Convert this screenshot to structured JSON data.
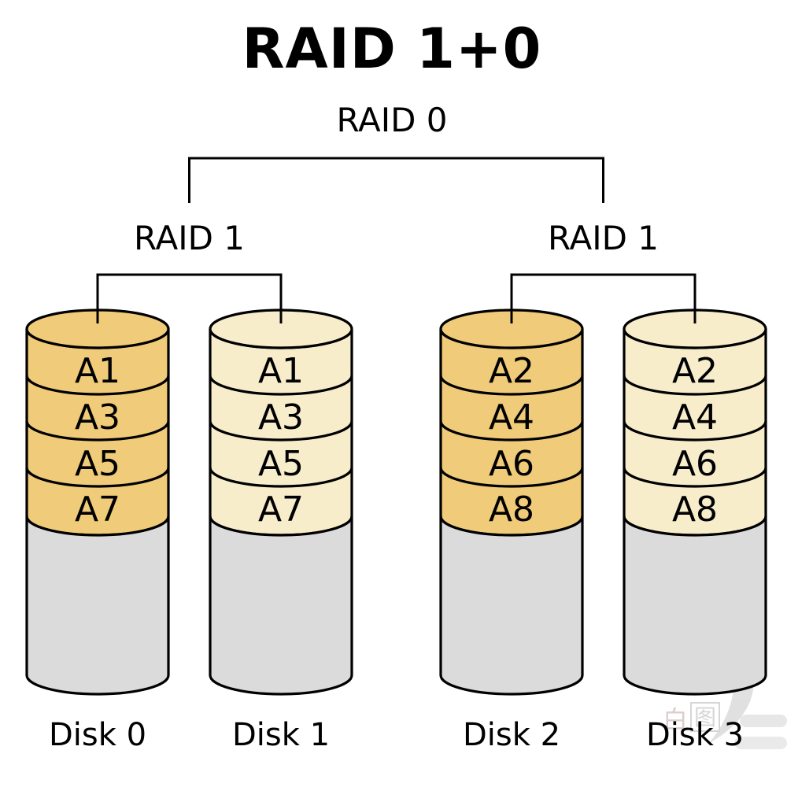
{
  "title": "RAID 1+0",
  "tree": {
    "root_label": "RAID 0",
    "groups": [
      {
        "label": "RAID 1"
      },
      {
        "label": "RAID 1"
      }
    ]
  },
  "disks": [
    {
      "name": "Disk 0",
      "fill": "#F0CB79",
      "blocks": [
        "A1",
        "A3",
        "A5",
        "A7"
      ]
    },
    {
      "name": "Disk 1",
      "fill": "#F7EDCB",
      "blocks": [
        "A1",
        "A3",
        "A5",
        "A7"
      ]
    },
    {
      "name": "Disk 2",
      "fill": "#F0CB79",
      "blocks": [
        "A2",
        "A4",
        "A6",
        "A8"
      ]
    },
    {
      "name": "Disk 3",
      "fill": "#F7EDCB",
      "blocks": [
        "A2",
        "A4",
        "A6",
        "A8"
      ]
    }
  ],
  "colors": {
    "disk_gold": "#F0CB79",
    "disk_cream": "#F7EDCB",
    "unused": "#DBDBDB",
    "outline": "#000000",
    "background": "#FFFFFF",
    "watermark_gray": "#C8C8C8"
  },
  "watermark": {
    "char_left": "白",
    "char_boxed": "图"
  }
}
